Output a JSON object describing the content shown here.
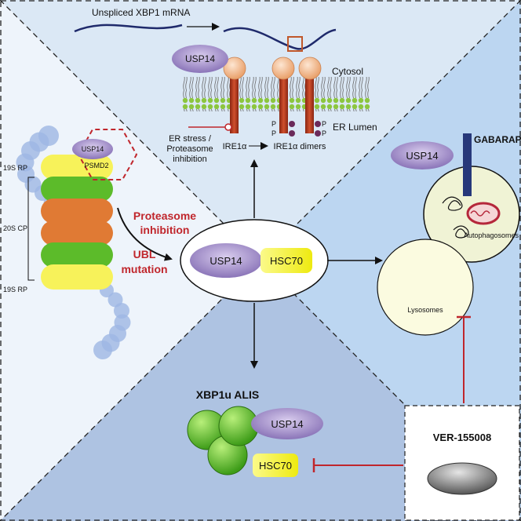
{
  "xbp1": {
    "mrna_label": "Unspliced XBP1 mRNA"
  },
  "er": {
    "usp14_label": "USP14",
    "cytosol_label": "Cytosol",
    "lumen_label": "ER Lumen",
    "stress_label_line1": "ER stress /",
    "stress_label_line2": "Proteasome",
    "stress_label_line3": "inhibition",
    "ire1a_label": "IRE1α",
    "dimers_label": "IRE1α dimers",
    "phospho_label": "P"
  },
  "proteasome": {
    "usp14_label": "USP14",
    "psmd2_label": "PSMD2",
    "rp_top_label": "19S RP",
    "cp_label": "20S CP",
    "rp_bottom_label": "19S RP",
    "inhibition_line1": "Proteasome",
    "inhibition_line2": "inhibition",
    "ubl_line1": "UBL",
    "ubl_line2": "mutation"
  },
  "center": {
    "usp14_label": "USP14",
    "hsc70_label": "HSC70"
  },
  "autophagy": {
    "gabarap_label": "GABARAP",
    "usp14_label": "USP14",
    "autophagosomes_label": "Autophagosomes",
    "lysosomes_label": "Lysosomes"
  },
  "alis": {
    "title": "XBP1u ALIS",
    "usp14_label": "USP14",
    "hsc70_label": "HSC70"
  },
  "inhibitor": {
    "label": "VER-155008"
  },
  "colors": {
    "usp14_purple": "#9b87c4",
    "hsc70_yellow": "#f2ef1e",
    "inhibit_red": "#c0262c",
    "ire1_brown": "#b5381f",
    "gabarap_navy": "#27387a"
  }
}
